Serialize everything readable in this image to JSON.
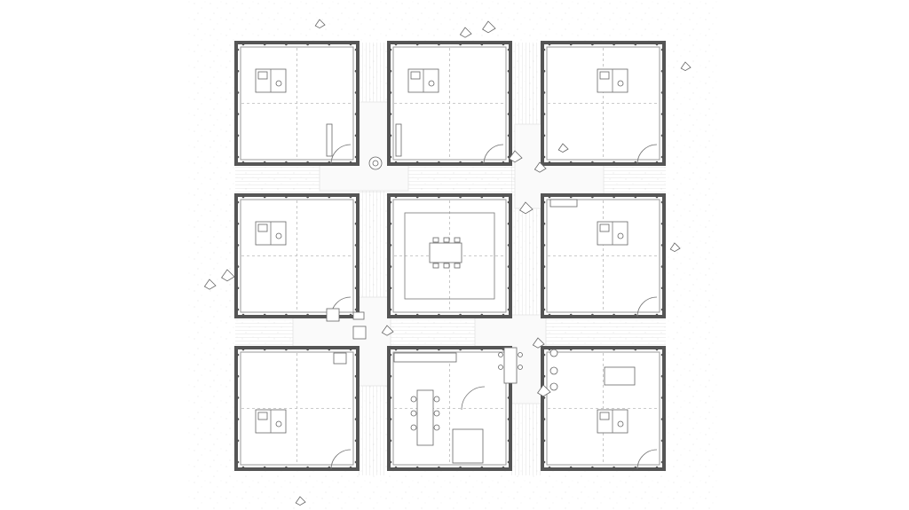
{
  "plan": {
    "colors": {
      "background": "#ffffff",
      "ground_speckle": "#e6e6e6",
      "wall": "#555555",
      "dash": "#bbbbbb"
    },
    "modules": [
      {
        "id": "m1",
        "row": 1,
        "col": 1,
        "contents": "bathroom-core"
      },
      {
        "id": "m2",
        "row": 1,
        "col": 2,
        "contents": "bathroom-core"
      },
      {
        "id": "m3",
        "row": 1,
        "col": 3,
        "contents": "bathroom-core"
      },
      {
        "id": "m4",
        "row": 2,
        "col": 1,
        "contents": "bathroom-core"
      },
      {
        "id": "m5",
        "row": 2,
        "col": 2,
        "contents": "central-hall-with-table"
      },
      {
        "id": "m6",
        "row": 2,
        "col": 3,
        "contents": "bathroom-core"
      },
      {
        "id": "m7",
        "row": 3,
        "col": 1,
        "contents": "bathroom-core"
      },
      {
        "id": "m8",
        "row": 3,
        "col": 2,
        "contents": "kitchen-dining"
      },
      {
        "id": "m9",
        "row": 3,
        "col": 3,
        "contents": "bathroom-core-with-table"
      }
    ]
  }
}
